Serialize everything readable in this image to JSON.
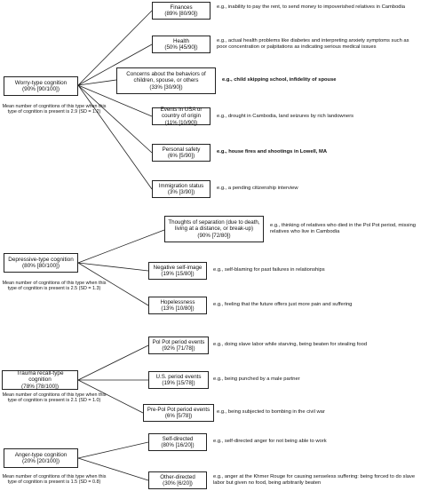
{
  "groups": [
    {
      "title": "Worry-type cognition",
      "stat": "(90% [90/100])",
      "note": "Mean number of cognitions of this type when this type of cognition is present is 2.9 (SD = 1.2)",
      "items": [
        {
          "label": "Finances",
          "stat": "(89% [80/90])",
          "example": "e.g., inability to pay the rent, to send money to impoverished relatives in Cambodia",
          "bold": false
        },
        {
          "label": "Health",
          "stat": "(50% [45/90])",
          "example": "e.g., actual health problems like diabetes and interpreting anxiety symptoms such as poor concentration or palpitations as indicating serious medical issues",
          "bold": false
        },
        {
          "label": "Concerns about the behaviors of children, spouse, or others",
          "stat": "(33% [30/90])",
          "example": "e.g., child skipping school, infidelity of spouse",
          "bold": true
        },
        {
          "label": "Events in USA or country of origin",
          "stat": "(11% [10/90])",
          "example": "e.g., drought in Cambodia, land seizures by rich landowners",
          "bold": false
        },
        {
          "label": "Personal safety",
          "stat": "(6% [5/90])",
          "example": "e.g., house fires and shootings in Lowell, MA",
          "bold": true
        },
        {
          "label": "Immigration status",
          "stat": "(3% [3/90])",
          "example": "e.g., a pending citizenship interview",
          "bold": false
        }
      ]
    },
    {
      "title": "Depressive-type cognition",
      "stat": "(80% [80/100])",
      "note": "Mean number of cognitions of this type when this type of cognition is present is 2.5 (SD = 1.3)",
      "items": [
        {
          "label": "Thoughts of separation (due to death, living at a distance, or break-up)",
          "stat": "(90% [72/80])",
          "example": "e.g., thinking of relatives who died in the Pol Pot period, missing relatives who live in Cambodia",
          "bold": false
        },
        {
          "label": "Negative self-image",
          "stat": "(19% [15/80])",
          "example": "e.g., self-blaming for past failures in relationships",
          "bold": false
        },
        {
          "label": "Hopelessness",
          "stat": "(13% [10/80])",
          "example": "e.g., feeling that the future offers just more pain and suffering",
          "bold": false
        }
      ]
    },
    {
      "title": "Trauma recall-type cognition",
      "stat": "(78% [78/100])",
      "note": "Mean number of cognitions of this type when this type of cognition is present is 2.1 (SD = 1.0)",
      "items": [
        {
          "label": "Pol Pot period events",
          "stat": "(92% [71/78])",
          "example": "e.g., doing slave labor while starving, being beaten for stealing food",
          "bold": false
        },
        {
          "label": "U.S. period events",
          "stat": "(19% [15/78])",
          "example": "e.g., being punched  by a male partner",
          "bold": false
        },
        {
          "label": "Pre-Pol Pot period events",
          "stat": "(6% [5/78])",
          "example": "e.g., being subjected to bombing in the civil war",
          "bold": false
        }
      ]
    },
    {
      "title": "Anger-type cognition",
      "stat": "(20% [20/100])",
      "note": "Mean number of cognitions of this type when this type of cognition is present is 1.5 (SD = 0.8)",
      "items": [
        {
          "label": "Self-directed",
          "stat": "(80% [16/20])",
          "example": "e.g., self-directed anger for not being able to work",
          "bold": false
        },
        {
          "label": "Other-directed",
          "stat": "(30% [6/20])",
          "example": "e.g., anger at the Khmer Rouge for causing senseless suffering: being forced to do slave labor but given no food, being arbitrarily beaten",
          "bold": false
        }
      ]
    }
  ]
}
